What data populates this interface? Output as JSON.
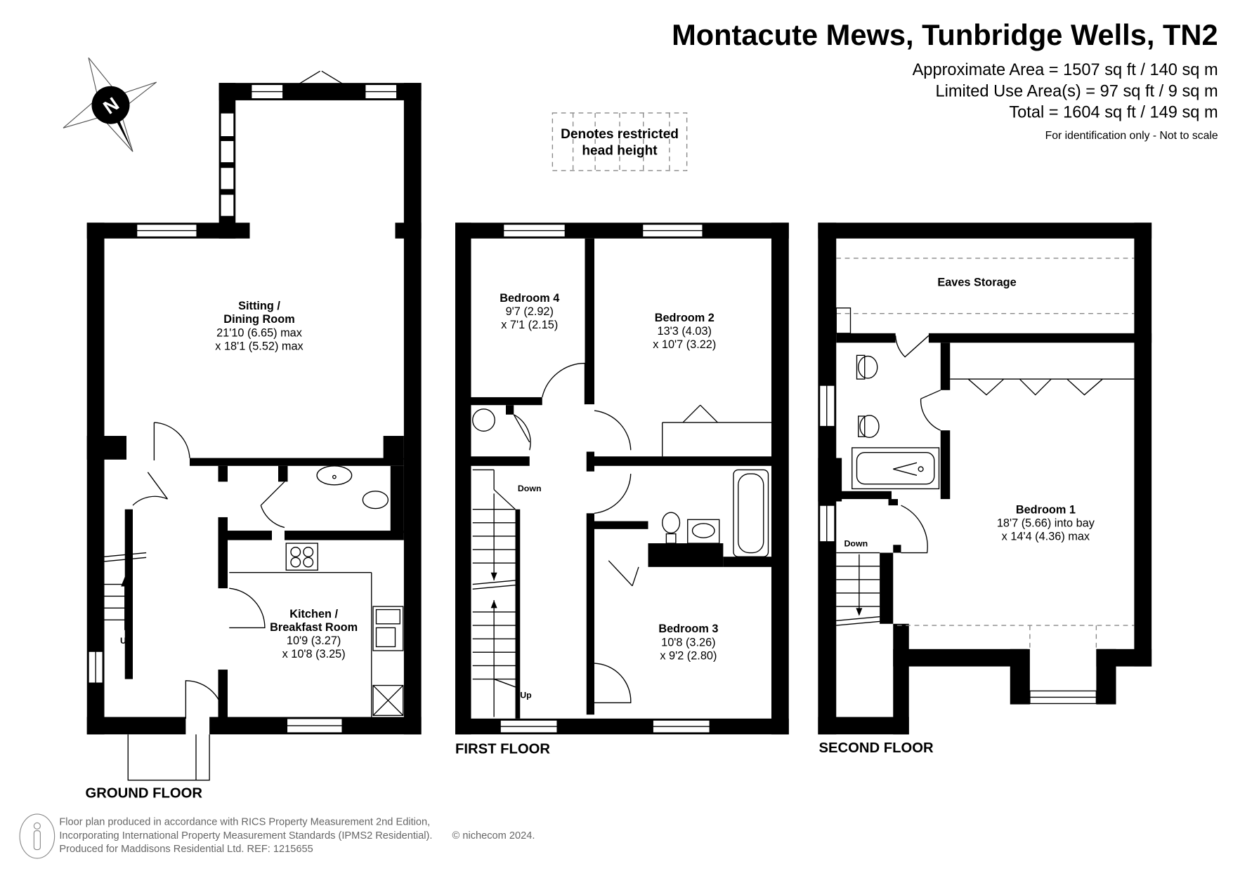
{
  "header": {
    "title": "Montacute Mews, Tunbridge Wells, TN2",
    "approx_area": "Approximate Area = 1507 sq ft / 140 sq m",
    "limited_area": "Limited Use Area(s) = 97 sq ft / 9 sq m",
    "total_area": "Total = 1604 sq ft / 149 sq m",
    "disclaimer": "For identification only - Not to scale"
  },
  "compass": {
    "label": "N"
  },
  "legend": {
    "line1": "Denotes restricted",
    "line2": "head height"
  },
  "floors": {
    "ground": {
      "label": "GROUND FLOOR",
      "stairs": "Up",
      "rooms": [
        {
          "name1": "Sitting /",
          "name2": "Dining Room",
          "dim1": "21'10 (6.65) max",
          "dim2": "x 18'1 (5.52) max"
        },
        {
          "name1": "Kitchen /",
          "name2": "Breakfast Room",
          "dim1": "10'9 (3.27)",
          "dim2": "x 10'8 (3.25)"
        }
      ]
    },
    "first": {
      "label": "FIRST FLOOR",
      "stairs_down": "Down",
      "stairs_up": "Up",
      "rooms": [
        {
          "name": "Bedroom 4",
          "dim1": "9'7 (2.92)",
          "dim2": "x 7'1 (2.15)"
        },
        {
          "name": "Bedroom 2",
          "dim1": "13'3 (4.03)",
          "dim2": "x 10'7 (3.22)"
        },
        {
          "name": "Bedroom 3",
          "dim1": "10'8 (3.26)",
          "dim2": "x 9'2 (2.80)"
        }
      ]
    },
    "second": {
      "label": "SECOND FLOOR",
      "stairs_down": "Down",
      "eaves": "Eaves Storage",
      "rooms": [
        {
          "name": "Bedroom 1",
          "dim1": "18'7 (5.66) into bay",
          "dim2": "x 14'4 (4.36) max"
        }
      ]
    }
  },
  "footer": {
    "line1": "Floor plan produced in accordance with RICS Property Measurement 2nd Edition,",
    "line2": "Incorporating International Property Measurement Standards (IPMS2 Residential).",
    "copyright": "© nichecom 2024.",
    "line3": "Produced for Maddisons Residential Ltd.   REF: 1215655"
  }
}
